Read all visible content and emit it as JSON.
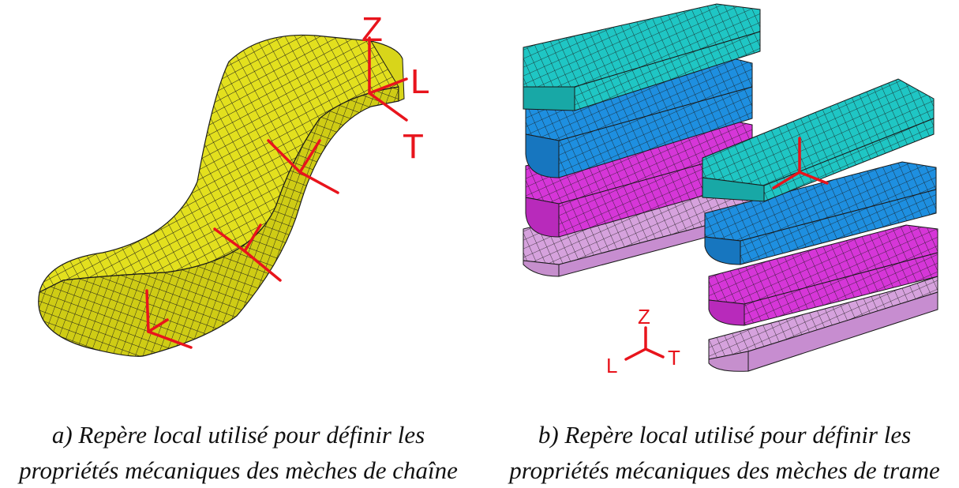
{
  "figure_a": {
    "caption_line1": "a) Repère local utilisé pour définir les",
    "caption_line2": "propriétés mécaniques des mèches de chaîne",
    "axis_labels": {
      "z": "Z",
      "l": "L",
      "t": "T"
    },
    "mesh_color": "#e3e01e"
  },
  "figure_b": {
    "caption_line1": "b) Repère local utilisé pour définir les",
    "caption_line2": "propriétés mécaniques des mèches de trame",
    "axis_labels": {
      "z": "Z",
      "l": "L",
      "t": "T"
    },
    "mesh_colors": [
      "#1fc6c4",
      "#1e8fe0",
      "#d636d8",
      "#d6a2dd"
    ]
  },
  "colors": {
    "axis": "#e8141c",
    "mesh_line": "#1a1a1a"
  }
}
